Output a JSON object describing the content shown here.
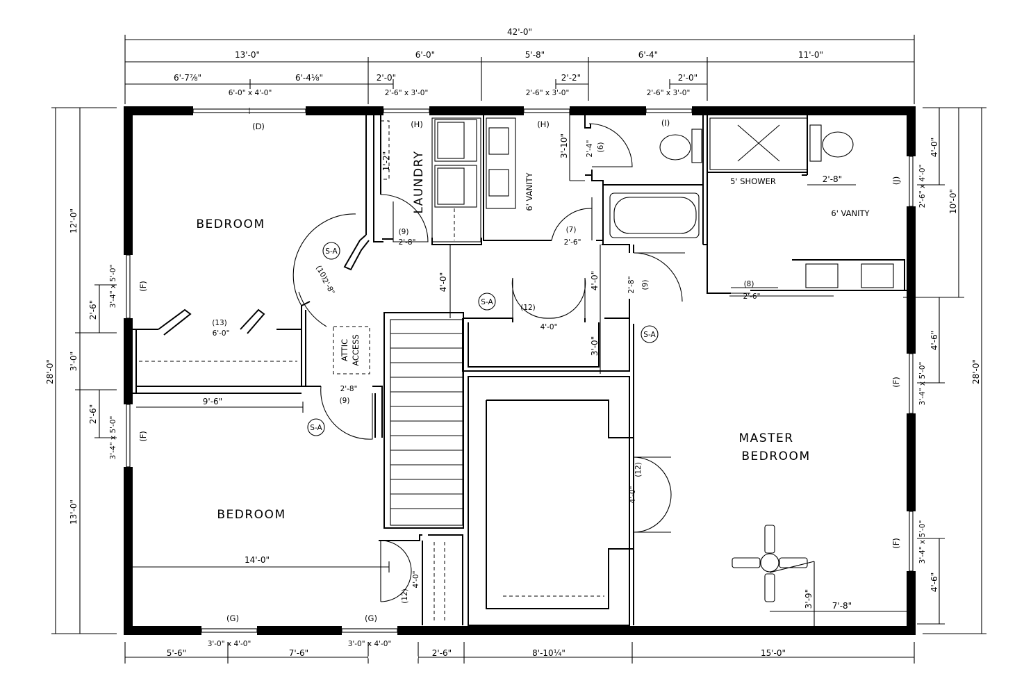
{
  "dimensions": {
    "overall_width": "42'-0\"",
    "top_row1": [
      "13'-0\"",
      "6'-0\"",
      "5'-8\"",
      "6'-4\"",
      "11'-0\""
    ],
    "top_row2": [
      "6'-7⅞\"",
      "6'-4⅛\"",
      "2'-0\"",
      "2'-2\"",
      "2'-0\""
    ],
    "top_windows": [
      "6'-0\" x 4'-0\"",
      "2'-6\" x 3'-0\"",
      "2'-6\" x 3'-0\"",
      "2'-6\" x 3'-0\""
    ],
    "left_outer": "28'-0\"",
    "left_inner": [
      "12'-0\"",
      "3'-0\"",
      "13'-0\""
    ],
    "left_windows": [
      "2'-6\"",
      "2'-6\""
    ],
    "left_window_sizes": [
      "3'-4\" x 5'-0\"",
      "3'-4\" x 5'-0\""
    ],
    "right_outer": "28'-0\"",
    "right_inner": [
      "4'-0\"",
      "10'-0\"",
      "4'-6\"",
      "4'-6\""
    ],
    "right_window_sizes": [
      "2'-6\" x 4'-0\"",
      "3'-4\" x 5'-0\"",
      "3'-4\" x 5'-0\""
    ],
    "bottom_row": [
      "5'-6\"",
      "7'-6\"",
      "2'-6\"",
      "8'-10¼\"",
      "15'-0\""
    ],
    "bottom_windows": [
      "3'-0\" x 4'-0\"",
      "3'-0\" x 4'-0\""
    ],
    "interior": {
      "closet_width": "9'-6\"",
      "bedroom_width": "14'-0\"",
      "hall_depth": "4'-0\"",
      "bath_door_height": "3'-10\"",
      "laundry_shelf": "1'-2\"",
      "bath_hall": "4'-0\"",
      "closet_depth": "3'-0\"",
      "shower_vanity": "2'-8\"",
      "fan_y": "3'-9\"",
      "fan_x": "7'-8\"",
      "wic_door": "4'-0\"",
      "stair_closet_door": "4'-0\"",
      "double_door": "4'-0\""
    }
  },
  "rooms": {
    "bedroom_top": "BEDROOM",
    "bedroom_bottom": "BEDROOM",
    "master": [
      "MASTER",
      "BEDROOM"
    ],
    "laundry": "LAUNDRY",
    "attic": [
      "ATTIC",
      "ACCESS"
    ],
    "shower": "5' SHOWER",
    "vanity_master": "6' VANITY",
    "vanity_hall": "6' VANITY"
  },
  "tags": {
    "D": "(D)",
    "H1": "(H)",
    "H2": "(H)",
    "I": "(I)",
    "J": "(J)",
    "F1": "(F)",
    "F2": "(F)",
    "F3": "(F)",
    "F4": "(F)",
    "G1": "(G)",
    "G2": "(G)",
    "sa": "S-A"
  },
  "doors": {
    "d6": [
      "(6)",
      "2'-4\""
    ],
    "d7": [
      "(7)",
      "2'-6\""
    ],
    "d8": [
      "(8)",
      "2'-6\""
    ],
    "d9_laundry": [
      "(9)",
      "2'-8\""
    ],
    "d9_bath": [
      "(9)",
      "2'-8\""
    ],
    "d9_attic": [
      "2'-8\"",
      "(9)"
    ],
    "d10": [
      "(10)",
      "2'-8\""
    ],
    "d12_hall": "(12)",
    "d12_master": "(12)",
    "d12_stair": "(12)",
    "d13": [
      "(13)",
      "6'-0\""
    ]
  },
  "colors": {
    "line": "#000000",
    "background": "#ffffff"
  }
}
